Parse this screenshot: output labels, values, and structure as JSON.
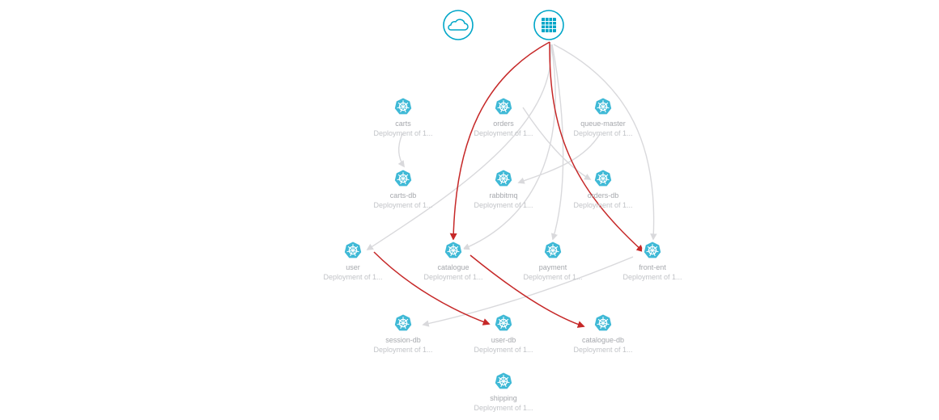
{
  "colors": {
    "accent": "#00a6c8",
    "node_fill": "#3fb9d6",
    "edge_default": "#d9d9dc",
    "edge_highlight": "#c62828",
    "label": "#a6a8ad"
  },
  "top_nodes": [
    {
      "id": "internet",
      "icon": "cloud-icon"
    },
    {
      "id": "hosts",
      "icon": "grid-icon"
    }
  ],
  "nodes": [
    {
      "id": "carts",
      "label": "carts",
      "sublabel": "Deployment of 1..."
    },
    {
      "id": "orders",
      "label": "orders",
      "sublabel": "Deployment of 1..."
    },
    {
      "id": "queue-master",
      "label": "queue-master",
      "sublabel": "Deployment of 1..."
    },
    {
      "id": "carts-db",
      "label": "carts-db",
      "sublabel": "Deployment of 1..."
    },
    {
      "id": "rabbitmq",
      "label": "rabbitmq",
      "sublabel": "Deployment of 1..."
    },
    {
      "id": "orders-db",
      "label": "orders-db",
      "sublabel": "Deployment of 1..."
    },
    {
      "id": "user",
      "label": "user",
      "sublabel": "Deployment of 1..."
    },
    {
      "id": "catalogue",
      "label": "catalogue",
      "sublabel": "Deployment of 1..."
    },
    {
      "id": "payment",
      "label": "payment",
      "sublabel": "Deployment of 1..."
    },
    {
      "id": "front-end",
      "label": "front-ent",
      "sublabel": "Deployment of 1..."
    },
    {
      "id": "session-db",
      "label": "session-db",
      "sublabel": "Deployment of 1..."
    },
    {
      "id": "user-db",
      "label": "user-db",
      "sublabel": "Deployment of 1..."
    },
    {
      "id": "catalogue-db",
      "label": "catalogue-db",
      "sublabel": "Deployment of 1..."
    },
    {
      "id": "shipping",
      "label": "shipping",
      "sublabel": "Deployment of 1..."
    }
  ],
  "edges": [
    {
      "from": "hosts",
      "to": "catalogue",
      "highlight": true
    },
    {
      "from": "hosts",
      "to": "front-end",
      "highlight": true
    },
    {
      "from": "user",
      "to": "user-db",
      "highlight": true
    },
    {
      "from": "catalogue",
      "to": "catalogue-db",
      "highlight": true
    },
    {
      "from": "hosts",
      "to": "user",
      "highlight": false
    },
    {
      "from": "hosts",
      "to": "payment",
      "highlight": false
    },
    {
      "from": "hosts",
      "to": "front-end",
      "highlight": false
    },
    {
      "from": "hosts",
      "to": "catalogue",
      "highlight": false
    },
    {
      "from": "carts",
      "to": "carts-db",
      "highlight": false
    },
    {
      "from": "orders",
      "to": "orders-db",
      "highlight": false
    },
    {
      "from": "queue-master",
      "to": "rabbitmq",
      "highlight": false
    },
    {
      "from": "front-end",
      "to": "session-db",
      "highlight": false
    }
  ]
}
